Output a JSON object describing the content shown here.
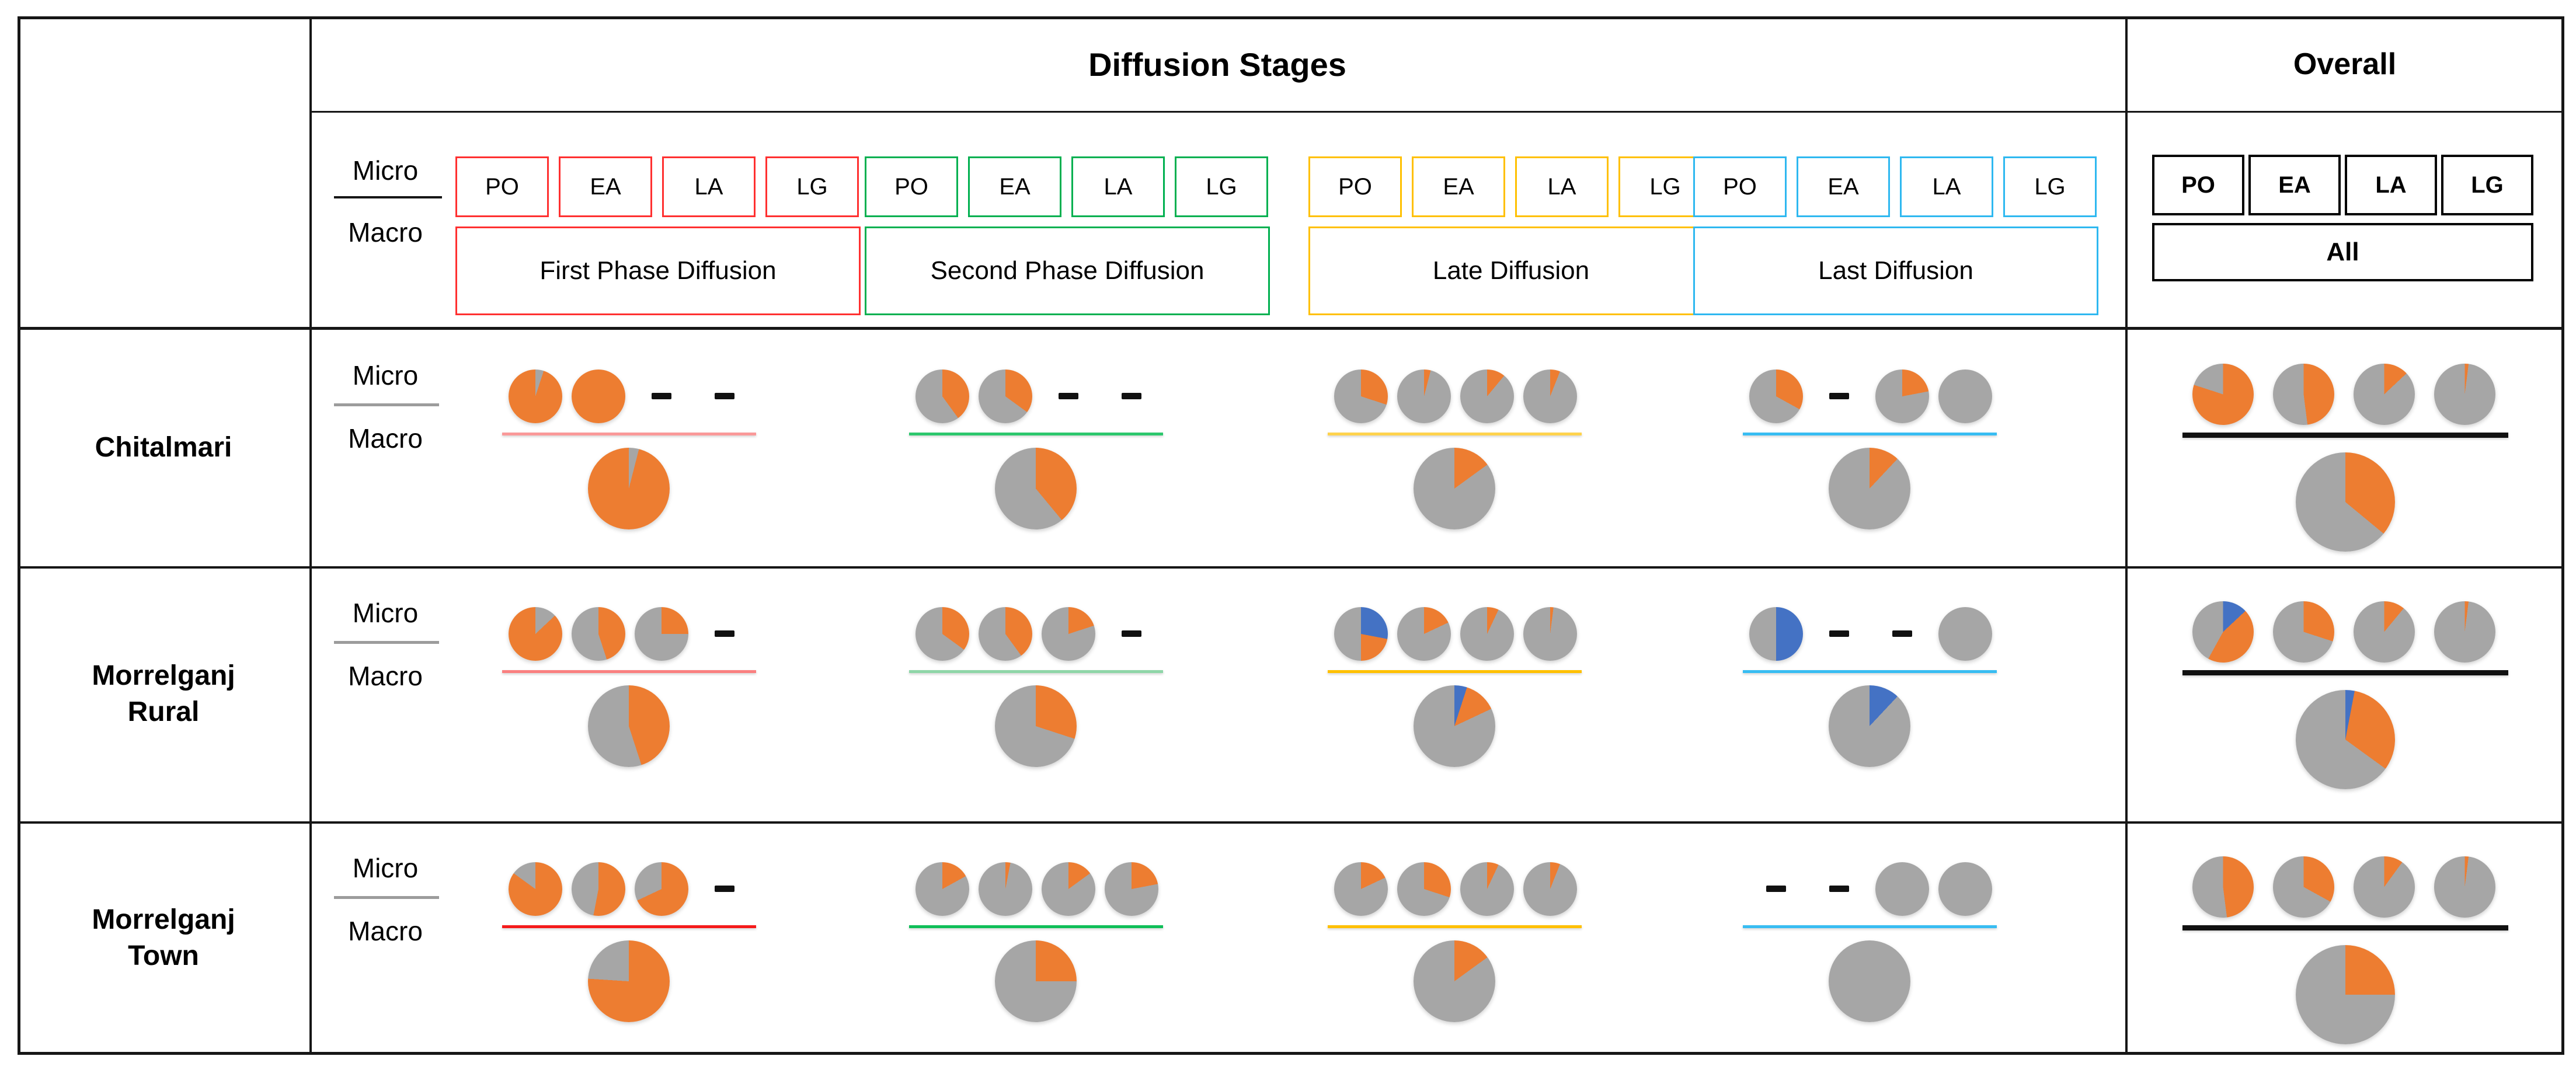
{
  "header": {
    "diffusion_stages_title": "Diffusion Stages",
    "overall_title": "Overall",
    "micro_label": "Micro",
    "macro_label": "Macro",
    "category_codes": [
      "PO",
      "EA",
      "LA",
      "LG"
    ],
    "stages": [
      {
        "name": "First Phase Diffusion",
        "color": "#FF3030"
      },
      {
        "name": "Second Phase Diffusion",
        "color": "#00B050"
      },
      {
        "name": "Late Diffusion",
        "color": "#FFC000"
      },
      {
        "name": "Last Diffusion",
        "color": "#2EB8F0"
      }
    ],
    "overall_box_label": "All",
    "overall_color": "#000000"
  },
  "palette": {
    "o": "#ED7D31",
    "g": "#A6A6A6",
    "b": "#4472C4"
  },
  "missing_marker": "-",
  "chart_data": {
    "type": "pie",
    "title": "Diffusion Stages",
    "legend_position": "none",
    "grid": false,
    "units": "fraction of pie (percent)",
    "slice_keys": {
      "o": "orange",
      "g": "gray",
      "b": "blue"
    },
    "rows": [
      {
        "label_lines": [
          "Chitalmari"
        ],
        "cells": [
          {
            "stage": "First Phase Diffusion",
            "line_color": "#FA9999",
            "micro": [
              [
                [
                  "g",
                  5
                ],
                [
                  "o",
                  95
                ]
              ],
              [
                [
                  "o",
                  100
                ]
              ],
              "dash",
              "dash"
            ],
            "macro": [
              [
                "g",
                4
              ],
              [
                "o",
                96
              ]
            ]
          },
          {
            "stage": "Second Phase Diffusion",
            "line_color": "#2DC76D",
            "micro": [
              [
                [
                  "o",
                  40
                ],
                [
                  "g",
                  60
                ]
              ],
              [
                [
                  "o",
                  35
                ],
                [
                  "g",
                  65
                ]
              ],
              "dash",
              "dash"
            ],
            "macro": [
              [
                "o",
                39
              ],
              [
                "g",
                61
              ]
            ]
          },
          {
            "stage": "Late Diffusion",
            "line_color": "#FFD34D",
            "micro": [
              [
                [
                  "o",
                  30
                ],
                [
                  "g",
                  70
                ]
              ],
              [
                [
                  "o",
                  4
                ],
                [
                  "g",
                  96
                ]
              ],
              [
                [
                  "o",
                  11
                ],
                [
                  "g",
                  89
                ]
              ],
              [
                [
                  "o",
                  6
                ],
                [
                  "g",
                  94
                ]
              ]
            ],
            "macro": [
              [
                "o",
                15
              ],
              [
                "g",
                85
              ]
            ]
          },
          {
            "stage": "Last Diffusion",
            "line_color": "#38BDF2",
            "micro": [
              [
                [
                  "o",
                  33
                ],
                [
                  "g",
                  67
                ]
              ],
              "dash",
              [
                [
                  "o",
                  22
                ],
                [
                  "g",
                  78
                ]
              ],
              [
                [
                  "g",
                  100
                ]
              ]
            ],
            "macro": [
              [
                "o",
                12
              ],
              [
                "g",
                88
              ]
            ]
          },
          {
            "stage": "Overall",
            "line_color": "#111111",
            "micro": [
              [
                [
                  "o",
                  80
                ],
                [
                  "g",
                  20
                ]
              ],
              [
                [
                  "o",
                  48
                ],
                [
                  "g",
                  52
                ]
              ],
              [
                [
                  "o",
                  13
                ],
                [
                  "g",
                  87
                ]
              ],
              [
                [
                  "o",
                  2
                ],
                [
                  "g",
                  98
                ]
              ]
            ],
            "macro": [
              [
                "o",
                36
              ],
              [
                "g",
                64
              ]
            ]
          }
        ]
      },
      {
        "label_lines": [
          "Morrelganj",
          "Rural"
        ],
        "cells": [
          {
            "stage": "First Phase Diffusion",
            "line_color": "#FA8080",
            "micro": [
              [
                [
                  "g",
                  13
                ],
                [
                  "o",
                  87
                ]
              ],
              [
                [
                  "o",
                  45
                ],
                [
                  "g",
                  55
                ]
              ],
              [
                [
                  "o",
                  25
                ],
                [
                  "g",
                  75
                ]
              ],
              "dash"
            ],
            "macro": [
              [
                "o",
                45
              ],
              [
                "g",
                55
              ]
            ]
          },
          {
            "stage": "Second Phase Diffusion",
            "line_color": "#8FD6A8",
            "micro": [
              [
                [
                  "o",
                  35
                ],
                [
                  "g",
                  65
                ]
              ],
              [
                [
                  "o",
                  40
                ],
                [
                  "g",
                  60
                ]
              ],
              [
                [
                  "o",
                  20
                ],
                [
                  "g",
                  80
                ]
              ],
              "dash"
            ],
            "macro": [
              [
                "o",
                30
              ],
              [
                "g",
                70
              ]
            ]
          },
          {
            "stage": "Late Diffusion",
            "line_color": "#FFC000",
            "micro": [
              [
                [
                  "b",
                  28
                ],
                [
                  "o",
                  22
                ],
                [
                  "g",
                  50
                ]
              ],
              [
                [
                  "o",
                  18
                ],
                [
                  "g",
                  82
                ]
              ],
              [
                [
                  "o",
                  7
                ],
                [
                  "g",
                  93
                ]
              ],
              [
                [
                  "o",
                  2
                ],
                [
                  "g",
                  98
                ]
              ]
            ],
            "macro": [
              [
                "b",
                5
              ],
              [
                "o",
                13
              ],
              [
                "g",
                82
              ]
            ]
          },
          {
            "stage": "Last Diffusion",
            "line_color": "#38BDF2",
            "micro": [
              [
                [
                  "b",
                  50
                ],
                [
                  "g",
                  50
                ]
              ],
              "dash",
              "dash",
              [
                [
                  "g",
                  100
                ]
              ]
            ],
            "macro": [
              [
                "b",
                12
              ],
              [
                "g",
                88
              ]
            ]
          },
          {
            "stage": "Overall",
            "line_color": "#111111",
            "micro": [
              [
                [
                  "b",
                  13
                ],
                [
                  "o",
                  45
                ],
                [
                  "g",
                  42
                ]
              ],
              [
                [
                  "o",
                  30
                ],
                [
                  "g",
                  70
                ]
              ],
              [
                [
                  "o",
                  11
                ],
                [
                  "g",
                  89
                ]
              ],
              [
                [
                  "o",
                  2
                ],
                [
                  "g",
                  98
                ]
              ]
            ],
            "macro": [
              [
                "b",
                3
              ],
              [
                "o",
                32
              ],
              [
                "g",
                65
              ]
            ]
          }
        ]
      },
      {
        "label_lines": [
          "Morrelganj",
          "Town"
        ],
        "cells": [
          {
            "stage": "First Phase Diffusion",
            "line_color": "#F51A1A",
            "micro": [
              [
                [
                  "o",
                  85
                ],
                [
                  "g",
                  15
                ]
              ],
              [
                [
                  "o",
                  53
                ],
                [
                  "g",
                  47
                ]
              ],
              [
                [
                  "o",
                  68
                ],
                [
                  "g",
                  32
                ]
              ],
              "dash"
            ],
            "macro": [
              [
                "o",
                76
              ],
              [
                "g",
                24
              ]
            ]
          },
          {
            "stage": "Second Phase Diffusion",
            "line_color": "#0FBF58",
            "micro": [
              [
                [
                  "o",
                  17
                ],
                [
                  "g",
                  83
                ]
              ],
              [
                [
                  "o",
                  3
                ],
                [
                  "g",
                  97
                ]
              ],
              [
                [
                  "o",
                  15
                ],
                [
                  "g",
                  85
                ]
              ],
              [
                [
                  "o",
                  22
                ],
                [
                  "g",
                  78
                ]
              ]
            ],
            "macro": [
              [
                "o",
                25
              ],
              [
                "g",
                75
              ]
            ]
          },
          {
            "stage": "Late Diffusion",
            "line_color": "#FFC000",
            "micro": [
              [
                [
                  "o",
                  18
                ],
                [
                  "g",
                  82
                ]
              ],
              [
                [
                  "o",
                  30
                ],
                [
                  "g",
                  70
                ]
              ],
              [
                [
                  "o",
                  7
                ],
                [
                  "g",
                  93
                ]
              ],
              [
                [
                  "o",
                  6
                ],
                [
                  "g",
                  94
                ]
              ]
            ],
            "macro": [
              [
                "o",
                15
              ],
              [
                "g",
                85
              ]
            ]
          },
          {
            "stage": "Last Diffusion",
            "line_color": "#38BDF2",
            "micro": [
              "dash",
              "dash",
              [
                [
                  "g",
                  100
                ]
              ],
              [
                [
                  "g",
                  100
                ]
              ]
            ],
            "macro": [
              [
                "g",
                100
              ]
            ]
          },
          {
            "stage": "Overall",
            "line_color": "#111111",
            "micro": [
              [
                [
                  "o",
                  48
                ],
                [
                  "g",
                  52
                ]
              ],
              [
                [
                  "o",
                  33
                ],
                [
                  "g",
                  67
                ]
              ],
              [
                [
                  "o",
                  10
                ],
                [
                  "g",
                  90
                ]
              ],
              [
                [
                  "o",
                  2
                ],
                [
                  "g",
                  98
                ]
              ]
            ],
            "macro": [
              [
                "o",
                25
              ],
              [
                "g",
                75
              ]
            ]
          }
        ]
      }
    ]
  }
}
